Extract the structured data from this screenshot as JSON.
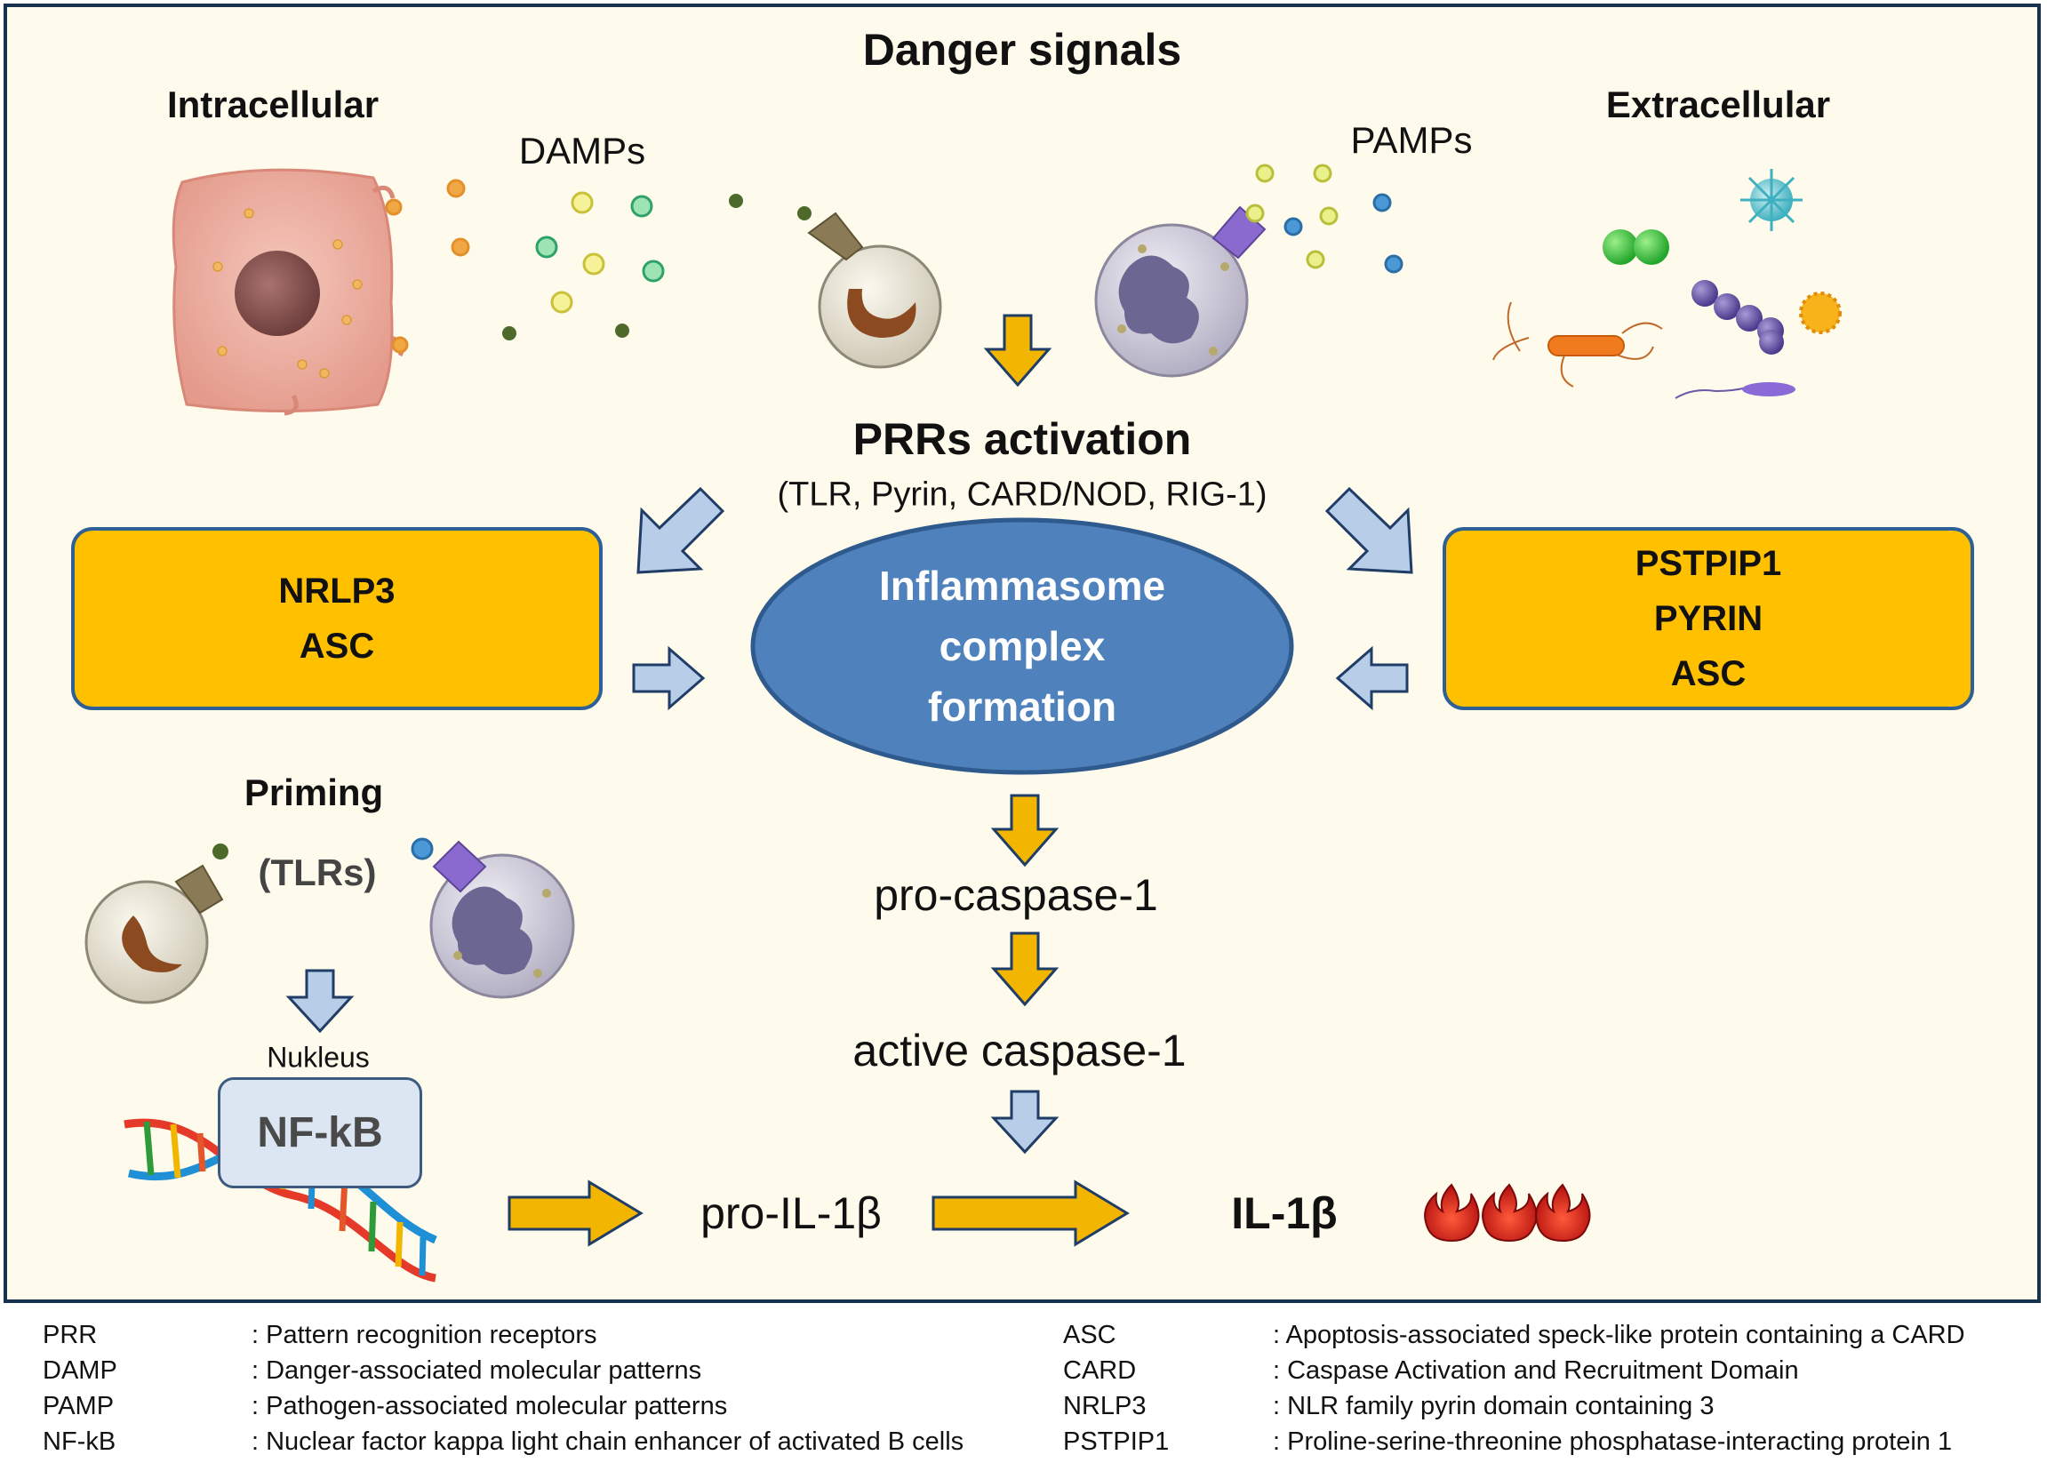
{
  "title": "Danger signals",
  "sections": {
    "intracellular": "Intracellular",
    "extracellular": "Extracellular"
  },
  "signals": {
    "damps": "DAMPs",
    "pamps": "PAMPs"
  },
  "prr": {
    "title": "PRRs activation",
    "subtitle": "(TLR, Pyrin, CARD/NOD, RIG-1)"
  },
  "boxes": {
    "left": [
      "NRLP3",
      "ASC"
    ],
    "right": [
      "PSTPIP1",
      "PYRIN",
      "ASC"
    ],
    "center": [
      "Inflammasome",
      "complex",
      "formation"
    ]
  },
  "priming": {
    "title": "Priming",
    "tlrs": "(TLRs)",
    "nucleus": "Nukleus",
    "nfkb": "NF-kB"
  },
  "steps": {
    "pro_caspase": "pro-caspase-1",
    "active_caspase": "active caspase-1",
    "pro_il": "pro-IL-1β",
    "il": "IL-1β"
  },
  "colors": {
    "border": "#17324f",
    "background": "#fefbec",
    "box_fill": "#ffc000",
    "ellipse_fill": "#4f81bd",
    "arrow_yellow": "#f2b600",
    "arrow_blue": "#b7cde8"
  },
  "legend": [
    {
      "abbr": "PRR",
      "def": ": Pattern  recognition receptors"
    },
    {
      "abbr": "DAMP",
      "def": ": Danger-associated molecular patterns"
    },
    {
      "abbr": "PAMP",
      "def": ": Pathogen-associated molecular patterns"
    },
    {
      "abbr": "NF-kB",
      "def": ": Nuclear factor kappa light chain enhancer of activated B cells"
    },
    {
      "abbr": "ASC",
      "def": ": Apoptosis-associated speck-like protein containing a CARD"
    },
    {
      "abbr": "CARD",
      "def": ": Caspase Activation and Recruitment  Domain"
    },
    {
      "abbr": "NRLP3",
      "def": ": NLR  family pyrin domain containing 3"
    },
    {
      "abbr": "PSTPIP1",
      "def": ": Proline-serine-threonine phosphatase-interacting protein 1"
    }
  ]
}
